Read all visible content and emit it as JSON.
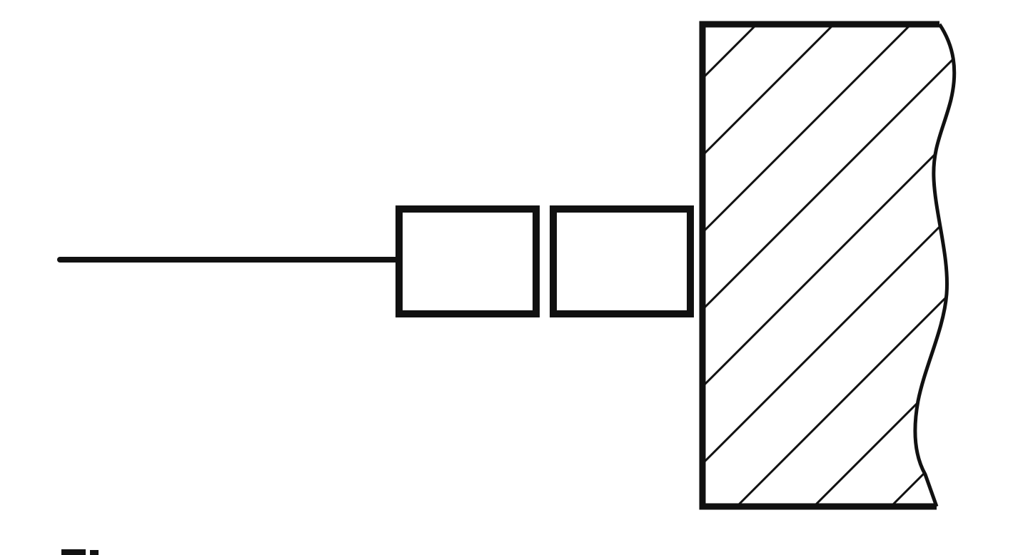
{
  "diagram": {
    "elements": [
      "rope",
      "block-left",
      "block-right",
      "wall"
    ],
    "colors": {
      "ink": "#111111",
      "background": "#ffffff"
    }
  }
}
